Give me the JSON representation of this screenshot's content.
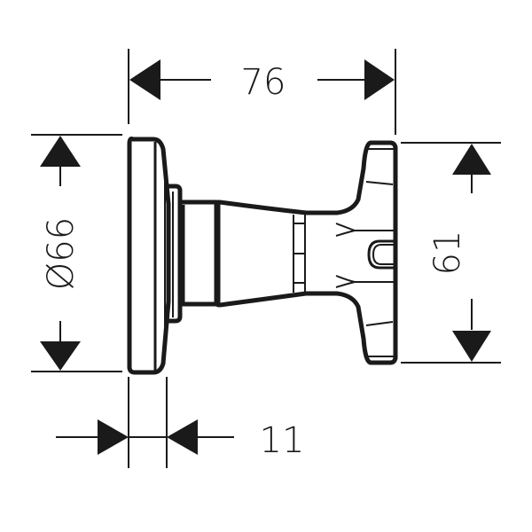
{
  "drawing": {
    "subject": "shower trim handle side view",
    "line_color": "#1a1a1a",
    "background": "#ffffff"
  },
  "dimensions": {
    "overall_depth": {
      "label": "76"
    },
    "rosette_diameter": {
      "label": "Ø66"
    },
    "handle_height": {
      "label": "61"
    },
    "rosette_thickness": {
      "label": "11"
    }
  }
}
